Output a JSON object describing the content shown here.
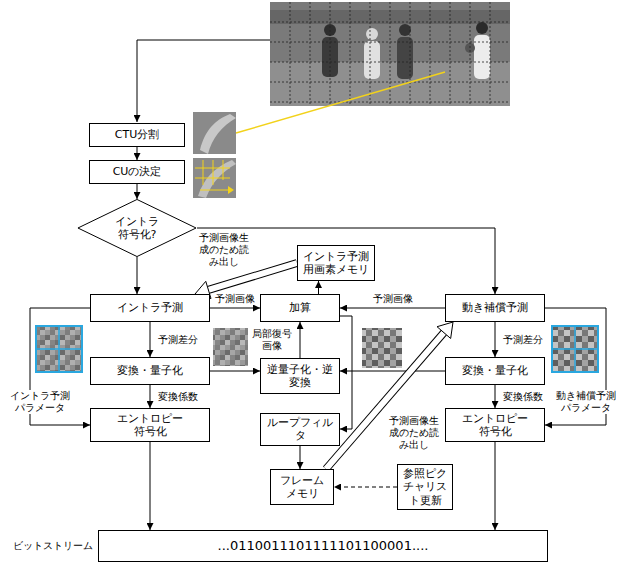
{
  "diagram": {
    "nodes": [
      {
        "text": [
          "CTU分割"
        ]
      },
      {
        "text": [
          "CUの決定"
        ]
      },
      {
        "text": [
          "イントラ符号化?"
        ]
      },
      {
        "text": [
          "イントラ予測用画素メモリ"
        ]
      },
      {
        "text": [
          "イントラ予測"
        ]
      },
      {
        "text": [
          "加算"
        ]
      },
      {
        "text": [
          "動き補償予測"
        ]
      },
      {
        "text": [
          "変換・量子化"
        ]
      },
      {
        "text": [
          "逆量子化・逆変換"
        ]
      },
      {
        "text": [
          "変換・量子化"
        ]
      },
      {
        "text": [
          "エントロピー符号化"
        ]
      },
      {
        "text": [
          "ループフィルタ"
        ]
      },
      {
        "text": [
          "エントロピー符号化"
        ]
      },
      {
        "text": [
          "フレームメモリ"
        ]
      },
      {
        "text": [
          "参照ピクチャリスト更新"
        ]
      },
      {
        "text": [
          "ビットストリーム",
          "...0110011101111101100001...."
        ]
      }
    ],
    "edges": [
      {
        "from": 0,
        "to": 1,
        "arrow": "to"
      },
      {
        "from": 1,
        "to": 2,
        "arrow": "to"
      },
      {
        "from": 2,
        "to": 4,
        "arrow": "to"
      },
      {
        "from": 2,
        "to": 6,
        "arrow": "to"
      },
      {
        "from": 3,
        "to": 4,
        "arrow": "to",
        "label": "予測画像生成のため読み出し"
      },
      {
        "from": 5,
        "to": 3,
        "arrow": "to"
      },
      {
        "from": 4,
        "to": 5,
        "arrow": "to",
        "label": "予測画像"
      },
      {
        "from": 6,
        "to": 5,
        "arrow": "to",
        "label": "予測画像"
      },
      {
        "from": 4,
        "to": 7,
        "arrow": "to",
        "label": "予測差分"
      },
      {
        "from": 6,
        "to": 9,
        "arrow": "to",
        "label": "予測差分"
      },
      {
        "from": 7,
        "to": 10,
        "arrow": "to",
        "label": "変換係数"
      },
      {
        "from": 9,
        "to": 12,
        "arrow": "to",
        "label": "変換係数"
      },
      {
        "from": 7,
        "to": 8,
        "arrow": "to"
      },
      {
        "from": 9,
        "to": 8,
        "arrow": "to"
      },
      {
        "from": 8,
        "to": 5,
        "arrow": "to",
        "label": "局部復号画像"
      },
      {
        "from": 5,
        "to": 11,
        "arrow": "to"
      },
      {
        "from": 11,
        "to": 13,
        "arrow": "to"
      },
      {
        "from": 13,
        "to": 6,
        "arrow": "to",
        "label": "予測画像生成のため読み出し"
      },
      {
        "from": 14,
        "to": 13,
        "arrow": "to"
      },
      {
        "from": 10,
        "to": 15,
        "arrow": "to"
      },
      {
        "from": 12,
        "to": 15,
        "arrow": "to"
      },
      {
        "from": 4,
        "to": 10,
        "arrow": "to",
        "label": "イントラ予測パラメータ"
      },
      {
        "from": 6,
        "to": 12,
        "arrow": "to",
        "label": "動き補償予測パラメータ"
      }
    ]
  }
}
